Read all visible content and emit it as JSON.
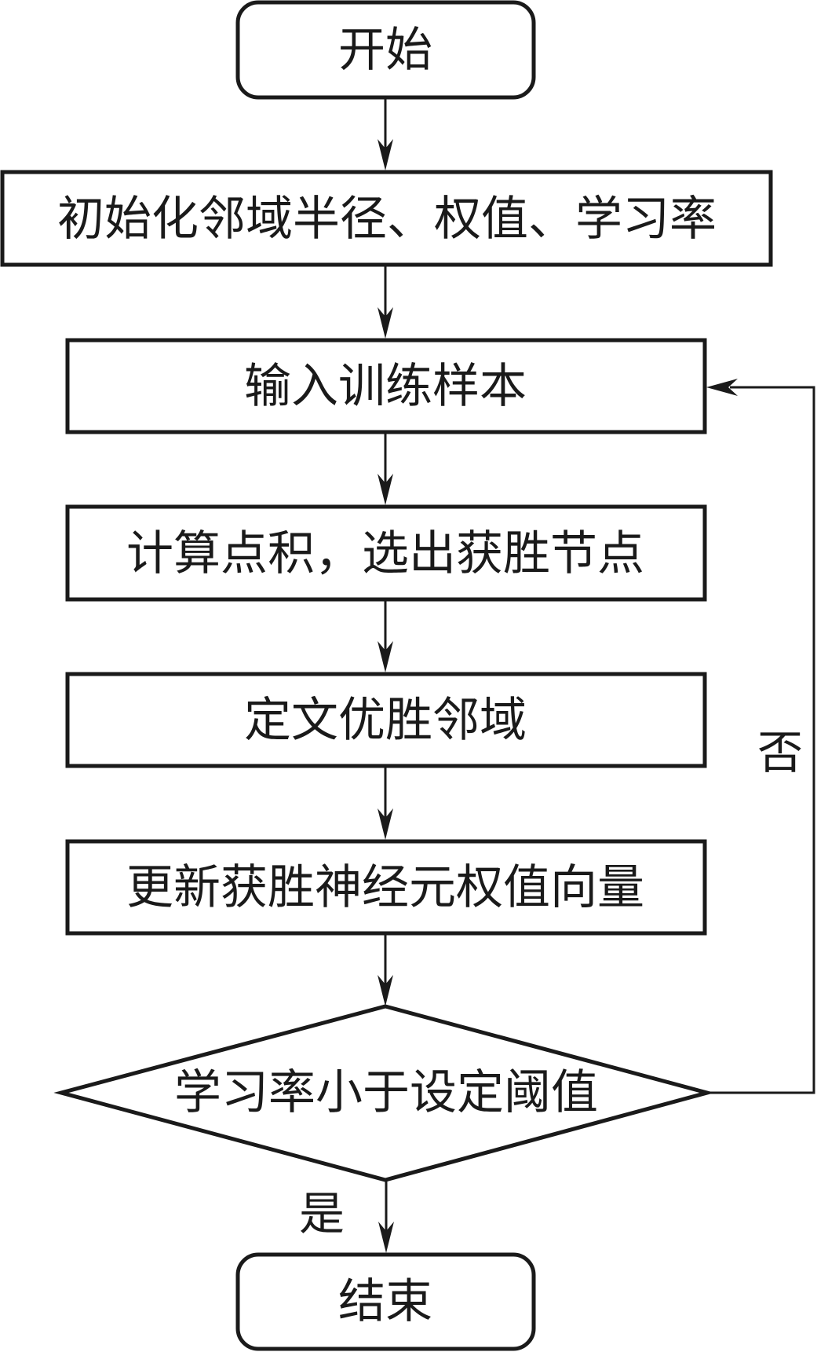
{
  "diagram": {
    "type": "flowchart",
    "nodes": {
      "start": {
        "label": "开始",
        "shape": "terminator"
      },
      "init": {
        "label": "初始化邻域半径、权值、学习率",
        "shape": "process"
      },
      "input": {
        "label": "输入训练样本",
        "shape": "process"
      },
      "compute": {
        "label": "计算点积，选出获胜节点",
        "shape": "process"
      },
      "define": {
        "label": "定文优胜邻域",
        "shape": "process"
      },
      "update": {
        "label": "更新获胜神经元权值向量",
        "shape": "process"
      },
      "decision": {
        "label": "学习率小于设定阈值",
        "shape": "decision"
      },
      "end": {
        "label": "结束",
        "shape": "terminator"
      }
    },
    "edges": [
      {
        "from": "start",
        "to": "init",
        "label": ""
      },
      {
        "from": "init",
        "to": "input",
        "label": ""
      },
      {
        "from": "input",
        "to": "compute",
        "label": ""
      },
      {
        "from": "compute",
        "to": "define",
        "label": ""
      },
      {
        "from": "define",
        "to": "update",
        "label": ""
      },
      {
        "from": "update",
        "to": "decision",
        "label": ""
      },
      {
        "from": "decision",
        "to": "end",
        "label": "是"
      },
      {
        "from": "decision",
        "to": "input",
        "label": "否"
      }
    ],
    "edge_labels": {
      "yes": "是",
      "no": "否"
    },
    "colors": {
      "stroke": "#1a1a1a",
      "background": "#ffffff"
    }
  }
}
